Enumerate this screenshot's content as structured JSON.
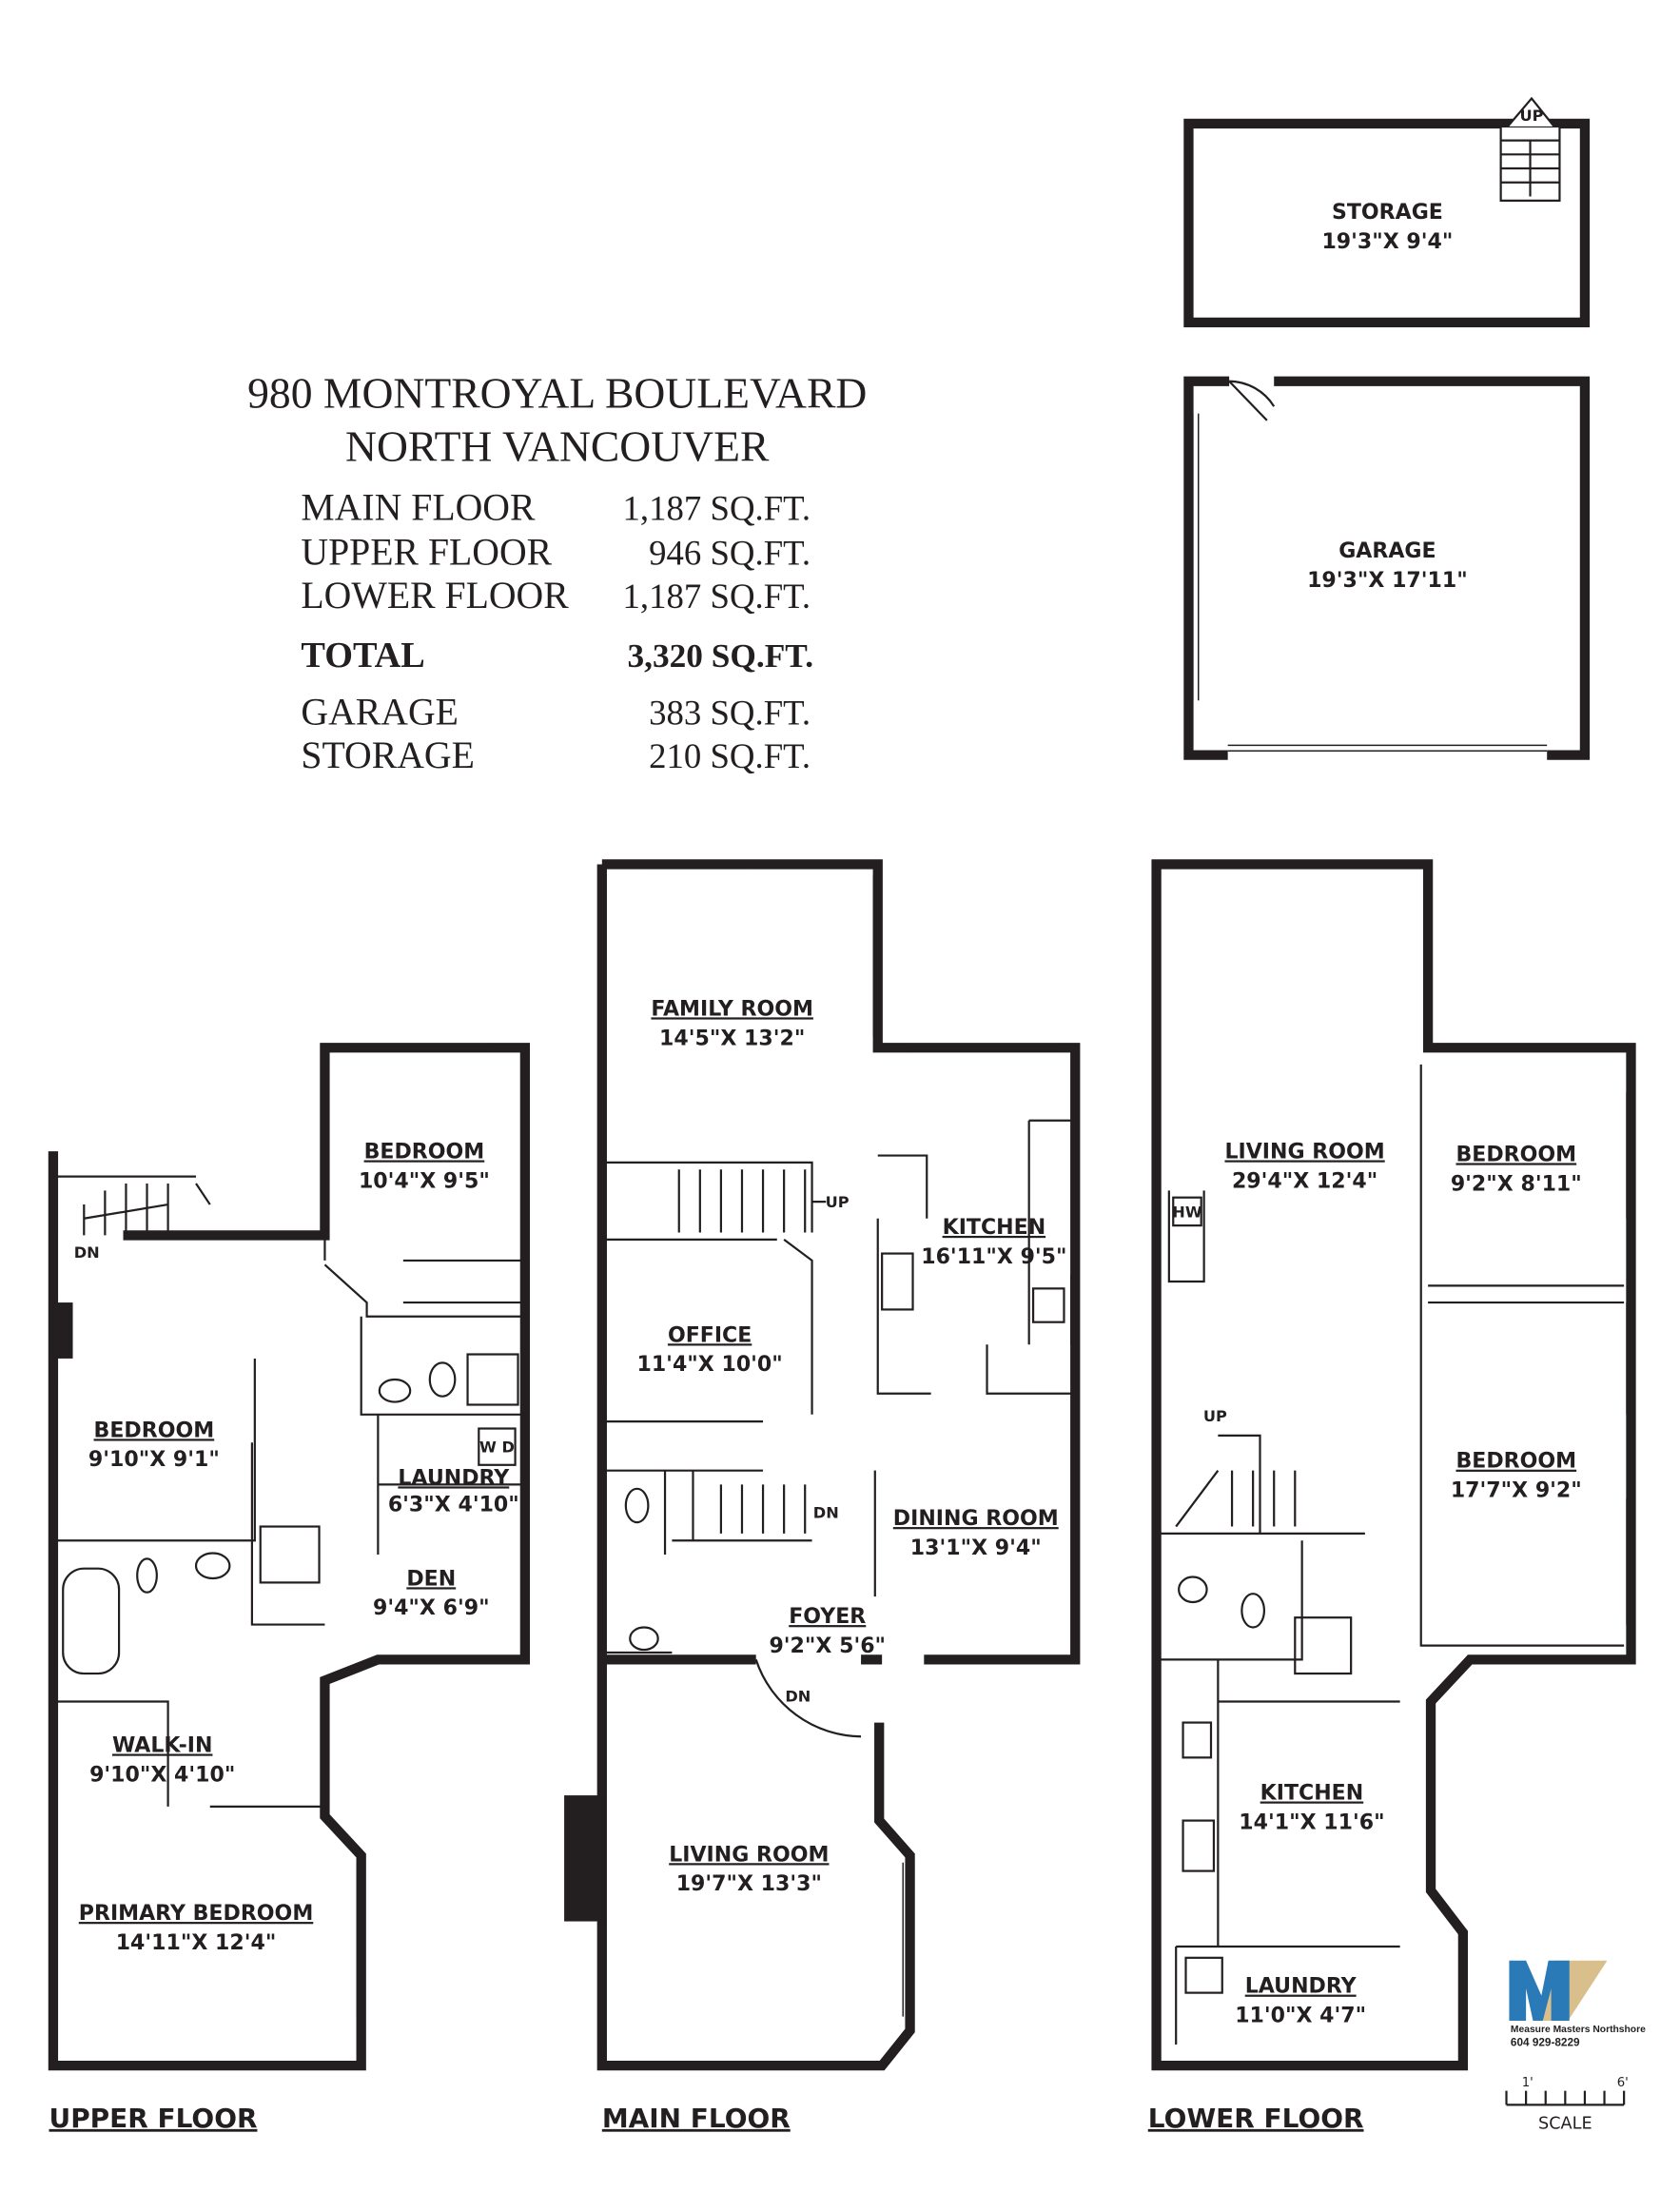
{
  "header": {
    "address_line1": "980 MONTROYAL BOULEVARD",
    "address_line2": "NORTH VANCOUVER"
  },
  "areas": [
    {
      "label": "MAIN FLOOR",
      "value": "1,187 SQ.FT."
    },
    {
      "label": "UPPER FLOOR",
      "value": "946 SQ.FT."
    },
    {
      "label": "LOWER FLOOR",
      "value": "1,187 SQ.FT."
    },
    {
      "label": "TOTAL",
      "value": "3,320 SQ.FT."
    },
    {
      "label": "GARAGE",
      "value": "383 SQ.FT."
    },
    {
      "label": "STORAGE",
      "value": "210 SQ.FT."
    }
  ],
  "outbuildings": {
    "storage": {
      "name": "STORAGE",
      "dims": "19'3\"X 9'4\"",
      "stair": "UP"
    },
    "garage": {
      "name": "GARAGE",
      "dims": "19'3\"X 17'11\""
    }
  },
  "upper_floor": {
    "label": "UPPER FLOOR",
    "stair": "DN",
    "rooms": [
      {
        "name": "BEDROOM",
        "dims": "10'4\"X 9'5\""
      },
      {
        "name": "BEDROOM",
        "dims": "9'10\"X 9'1\""
      },
      {
        "name": "LAUNDRY",
        "dims": "6'3\"X 4'10\""
      },
      {
        "name": "DEN",
        "dims": "9'4\"X 6'9\""
      },
      {
        "name": "WALK-IN",
        "dims": "9'10\"X 4'10\""
      },
      {
        "name": "PRIMARY BEDROOM",
        "dims": "14'11\"X 12'4\""
      }
    ],
    "washer_dryer": "W D"
  },
  "main_floor": {
    "label": "MAIN FLOOR",
    "stair_up": "UP",
    "stair_dn": "DN",
    "stair_dn2": "DN",
    "rooms": [
      {
        "name": "FAMILY ROOM",
        "dims": "14'5\"X 13'2\""
      },
      {
        "name": "KITCHEN",
        "dims": "16'11\"X 9'5\""
      },
      {
        "name": "OFFICE",
        "dims": "11'4\"X 10'0\""
      },
      {
        "name": "DINING ROOM",
        "dims": "13'1\"X 9'4\""
      },
      {
        "name": "FOYER",
        "dims": "9'2\"X 5'6\""
      },
      {
        "name": "LIVING ROOM",
        "dims": "19'7\"X 13'3\""
      }
    ]
  },
  "lower_floor": {
    "label": "LOWER FLOOR",
    "stair": "UP",
    "hw": "HW",
    "rooms": [
      {
        "name": "LIVING ROOM",
        "dims": "29'4\"X 12'4\""
      },
      {
        "name": "BEDROOM",
        "dims": "9'2\"X 8'11\""
      },
      {
        "name": "BEDROOM",
        "dims": "17'7\"X 9'2\""
      },
      {
        "name": "KITCHEN",
        "dims": "14'1\"X 11'6\""
      },
      {
        "name": "LAUNDRY",
        "dims": "11'0\"X 4'7\""
      }
    ]
  },
  "branding": {
    "logo_letters": "MV",
    "company": "Measure Masters Northshore",
    "phone": "604 929-8229",
    "colors": {
      "blue": "#2a7ab8",
      "tan": "#d9bf8c"
    }
  },
  "scale": {
    "label": "SCALE",
    "start": "1'",
    "end": "6'"
  }
}
